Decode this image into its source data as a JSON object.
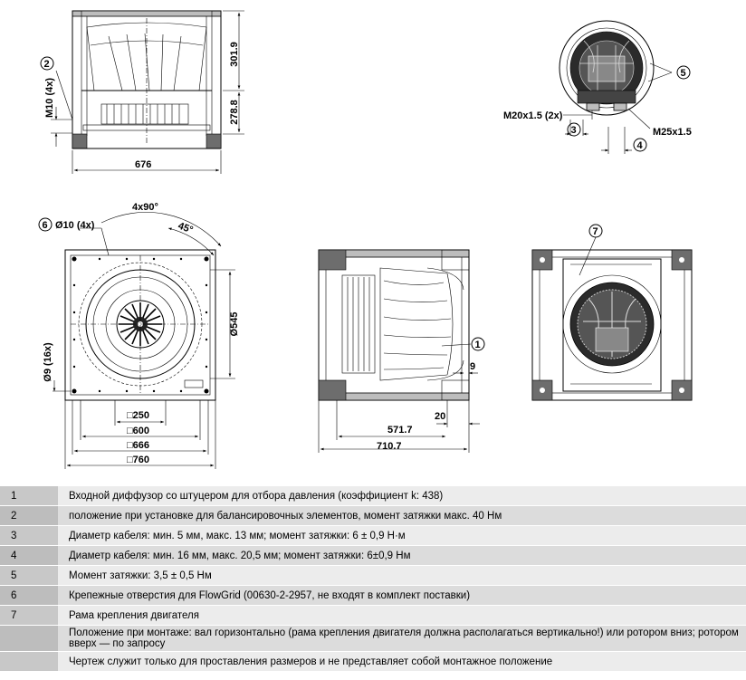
{
  "dims": {
    "d676": "676",
    "d301_9": "301.9",
    "d278_8": "278.8",
    "m10": "M10 (4x)",
    "m20": "M20x1.5 (2x)",
    "m25": "M25x1.5",
    "ang4x90": "4x90°",
    "ang45": "45°",
    "phi10": "Ø10 (4x)",
    "phi545": "Ø545",
    "phi9": "Ø9 (16x)",
    "sq250": "□250",
    "sq600": "□600",
    "sq666": "□666",
    "sq760": "□760",
    "d571_7": "571.7",
    "d710_7": "710.7",
    "d20": "20",
    "d9": "9"
  },
  "callouts": {
    "c1": "1",
    "c2": "2",
    "c3": "3",
    "c4": "4",
    "c5": "5",
    "c6": "6",
    "c7": "7"
  },
  "legend": [
    {
      "num": "1",
      "text": "Входной диффузор со штуцером для отбора давления (коэффициент k: 438)"
    },
    {
      "num": "2",
      "text": "положение при установке для балансировочных элементов, момент затяжки макс. 40 Нм"
    },
    {
      "num": "3",
      "text": "Диаметр кабеля: мин. 5 мм, макс. 13 мм; момент затяжки: 6 ± 0,9 Н·м"
    },
    {
      "num": "4",
      "text": "Диаметр кабеля: мин. 16 мм, макс. 20,5 мм; момент затяжки: 6±0,9 Нм"
    },
    {
      "num": "5",
      "text": "Момент затяжки: 3,5 ± 0,5 Нм"
    },
    {
      "num": "6",
      "text": "Крепежные отверстия для FlowGrid (00630-2-2957, не входят в комплект поставки)"
    },
    {
      "num": "7",
      "text": "Рама крепления двигателя"
    },
    {
      "num": "",
      "text": "Положение при монтаже: вал горизонтально (рама крепления двигателя должна располагаться вертикально!) или ротором вниз; ротором вверх — по запросу"
    },
    {
      "num": "",
      "text": "Чертеж служит только для проставления размеров и не представляет собой монтажное положение"
    }
  ]
}
